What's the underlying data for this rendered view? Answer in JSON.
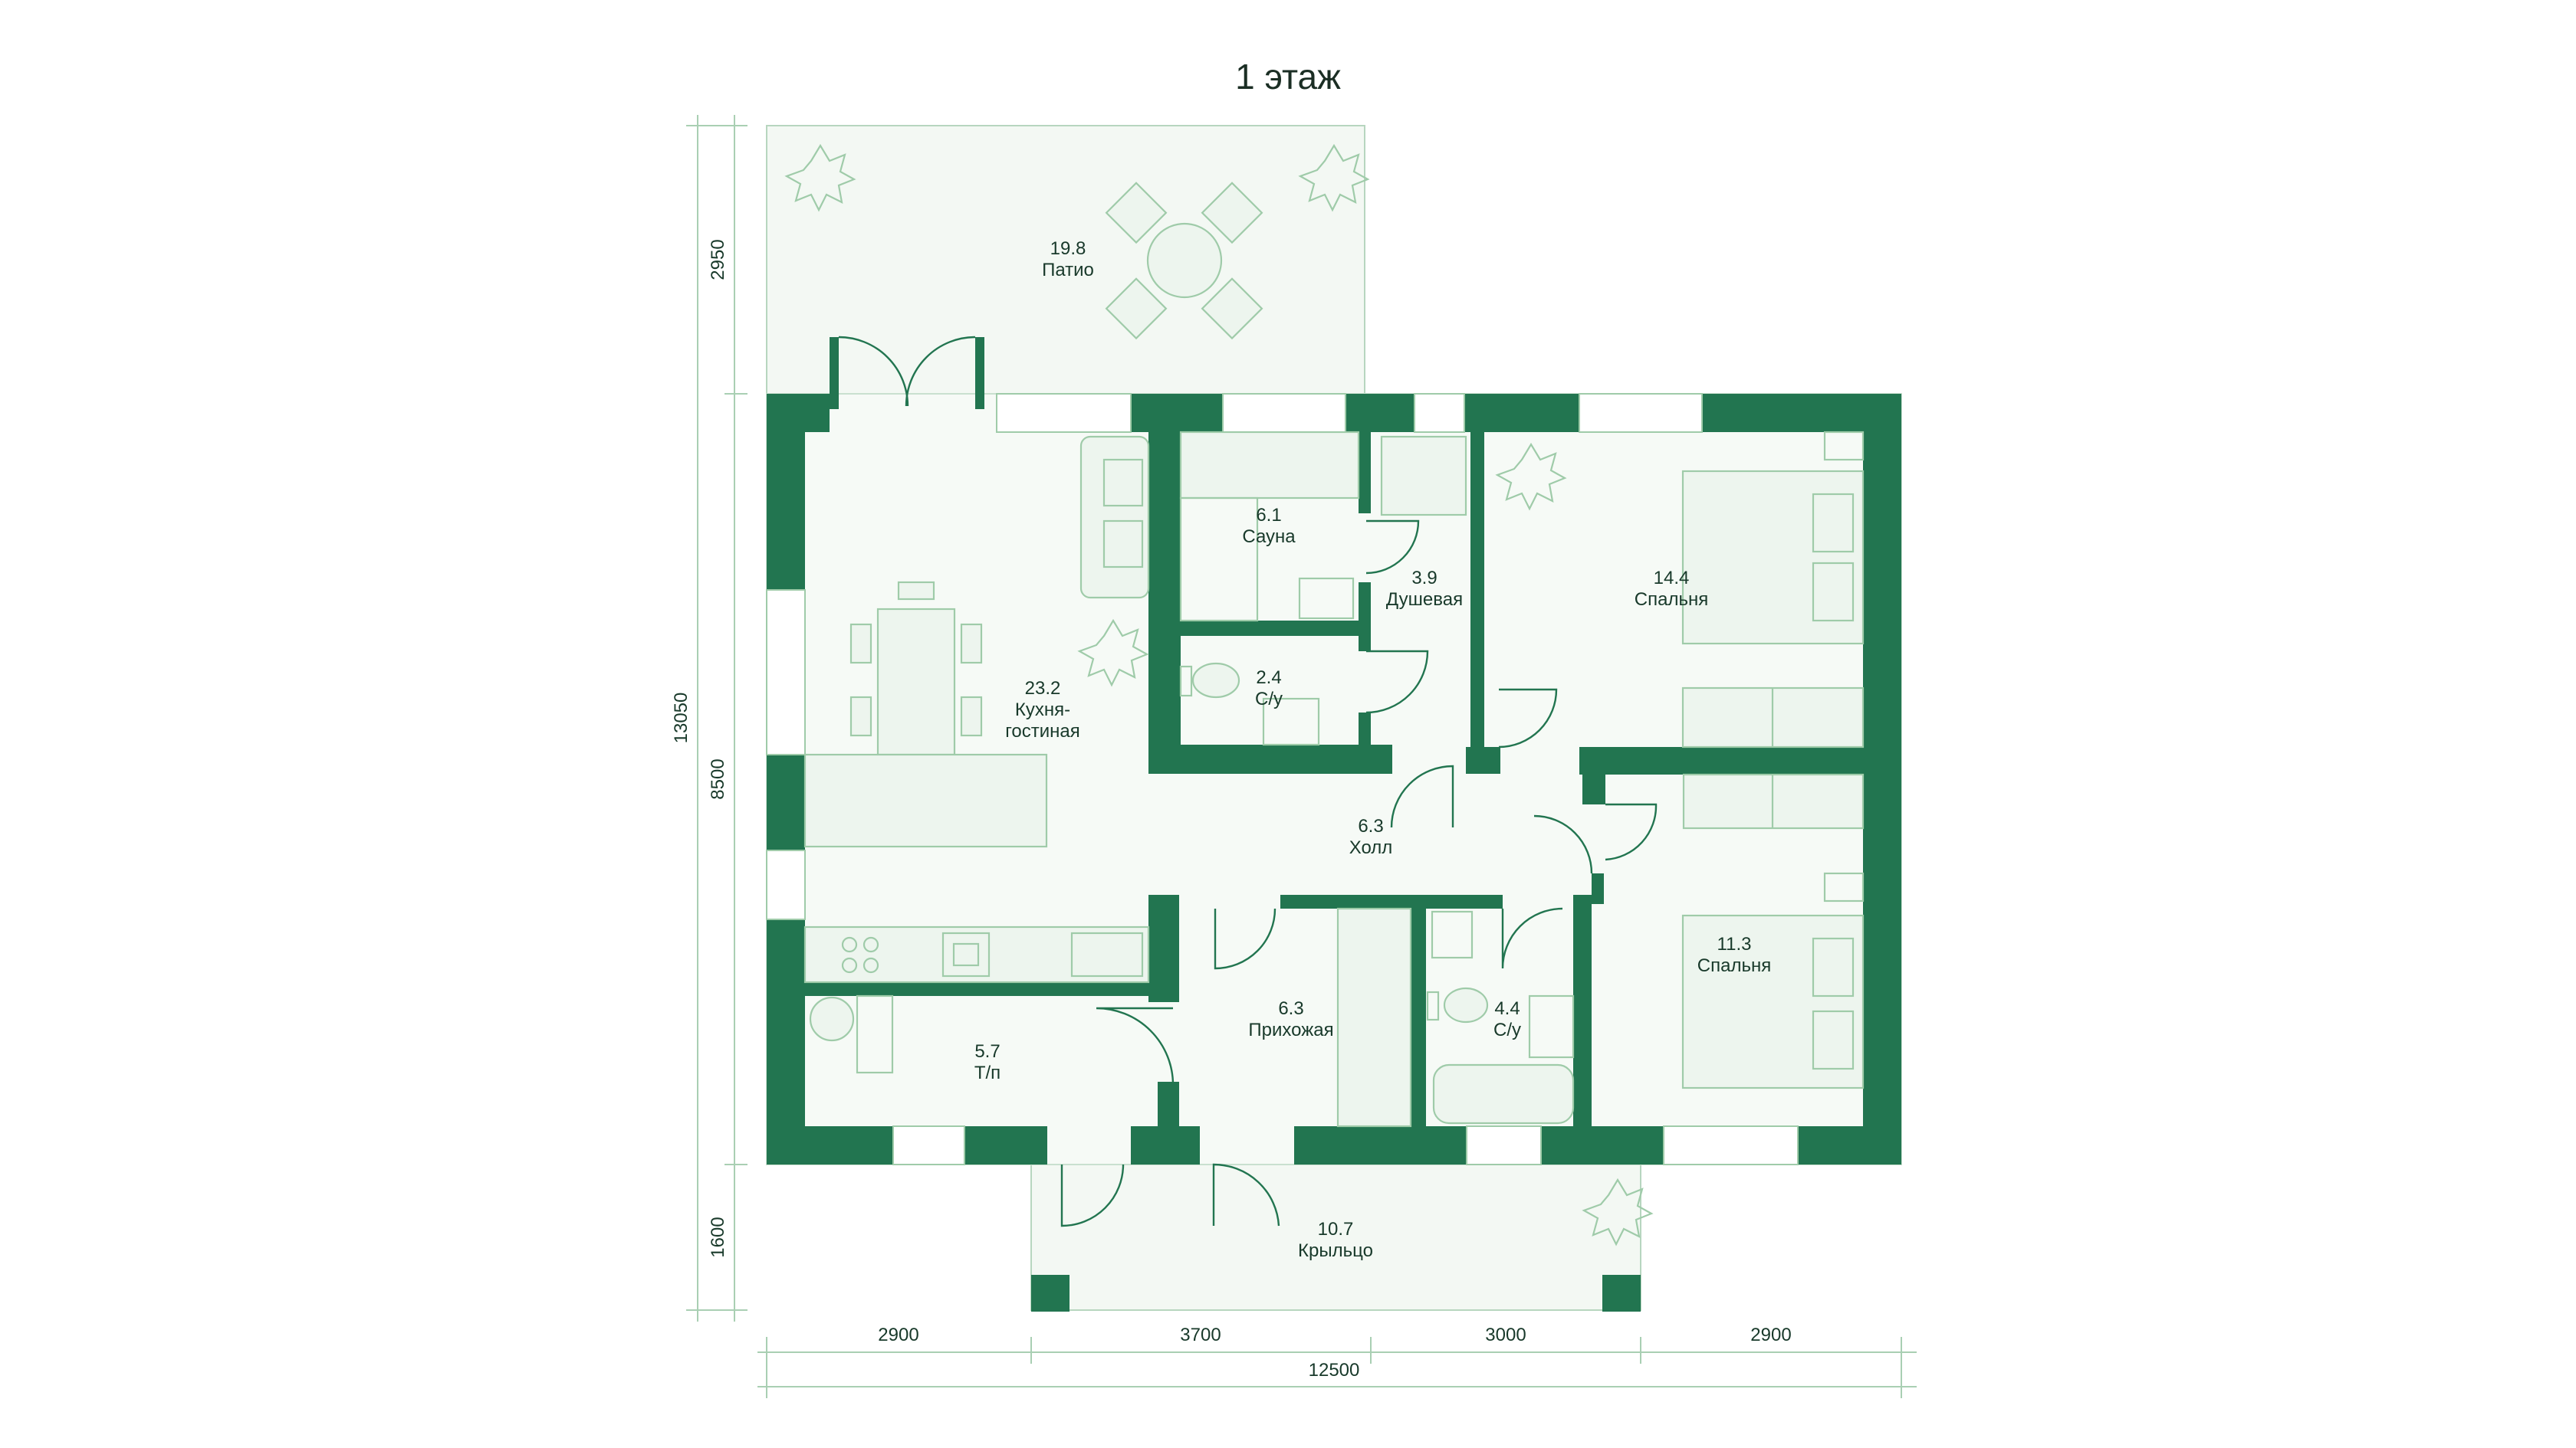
{
  "title": "1 этаж",
  "colors": {
    "wall": "#227550",
    "furniture_line": "#9fcba9",
    "floor": "#f6faf6",
    "text": "#18392a"
  },
  "rooms": {
    "patio": {
      "area": "19.8",
      "name": "Патио"
    },
    "sauna": {
      "area": "6.1",
      "name": "Сауна"
    },
    "shower": {
      "area": "3.9",
      "name": "Душевая"
    },
    "bedroom1": {
      "area": "14.4",
      "name": "Спальня"
    },
    "wc1": {
      "area": "2.4",
      "name": "С/у"
    },
    "kitchen": {
      "area": "23.2",
      "name_line1": "Кухня-",
      "name_line2": "гостиная"
    },
    "hall": {
      "area": "6.3",
      "name": "Холл"
    },
    "bedroom2": {
      "area": "11.3",
      "name": "Спальня"
    },
    "entry": {
      "area": "6.3",
      "name": "Прихожая"
    },
    "wc2": {
      "area": "4.4",
      "name": "С/у"
    },
    "utility": {
      "area": "5.7",
      "name": "Т/п"
    },
    "porch": {
      "area": "10.7",
      "name": "Крыльцо"
    }
  },
  "dimensions": {
    "horizontal": [
      "2900",
      "3700",
      "3000",
      "2900"
    ],
    "total_width": "12500",
    "vertical_segments": [
      "2950",
      "8500",
      "1600"
    ],
    "total_height": "13050"
  },
  "icons": [
    "plant-icon",
    "dining-set-icon",
    "bed-icon",
    "bathtub-icon",
    "toilet-icon",
    "sink-icon",
    "stove-icon",
    "sofa-icon"
  ]
}
